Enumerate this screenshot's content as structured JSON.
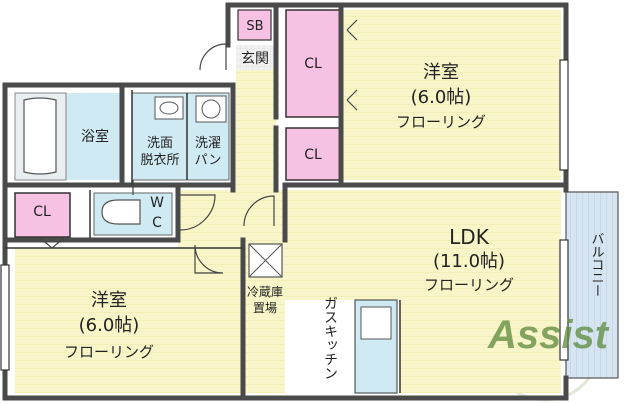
{
  "rooms": {
    "western_top": {
      "name": "洋室",
      "size": "(6.0帖)",
      "floor": "フローリング"
    },
    "western_bottom": {
      "name": "洋室",
      "size": "(6.0帖)",
      "floor": "フローリング"
    },
    "ldk": {
      "name": "LDK",
      "size": "(11.0帖)",
      "floor": "フローリング"
    },
    "bath": {
      "name": "浴室"
    },
    "washroom": {
      "line1": "洗面",
      "line2": "脱衣所"
    },
    "laundry_pan": {
      "line1": "洗濯",
      "line2": "パン"
    },
    "wc": {
      "line1": "W",
      "line2": "C"
    },
    "entrance": {
      "name": "玄関"
    },
    "shoe_box": {
      "name": "SB"
    },
    "closet_top": {
      "name": "CL"
    },
    "closet_mid": {
      "name": "CL"
    },
    "closet_left": {
      "name": "CL"
    },
    "fridge": {
      "line1": "冷蔵庫",
      "line2": "置場"
    },
    "gas_kitchen": {
      "name": "ガスキッチン"
    },
    "balcony": {
      "name": "バルコニー"
    }
  },
  "brand": {
    "logo_text": "Assist"
  },
  "colors": {
    "floor": "#f8f5c9",
    "closet": "#f7c1e3",
    "water": "#cfeaf3",
    "balcony": "#cfe0ee",
    "wall": "#4a4a4a",
    "logo": "#5d8a3c"
  }
}
